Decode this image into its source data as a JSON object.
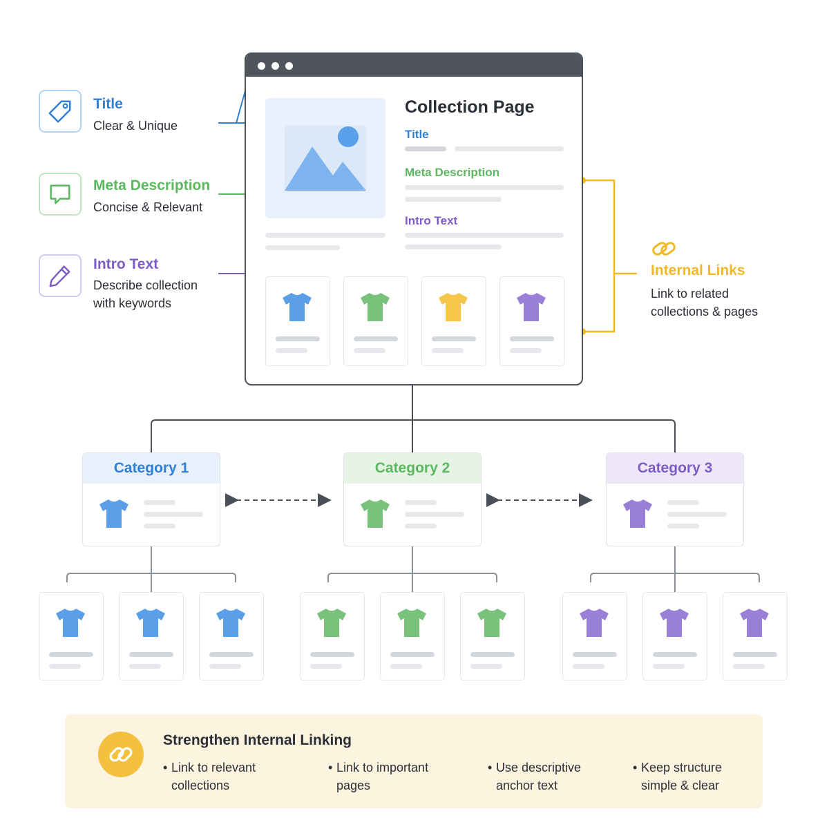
{
  "colors": {
    "blue": "#4a90e2",
    "green": "#6cc070",
    "purple": "#8e6fcf",
    "yellow": "#f1b925",
    "dark": "#50545c"
  },
  "annotations": [
    {
      "title": "Title",
      "desc": "Clear & Unique",
      "icon": "tag-icon",
      "color": "#2f80d6"
    },
    {
      "title": "Meta Description",
      "desc": "Concise & Relevant",
      "icon": "speech-bubble-icon",
      "color": "#5cb85f"
    },
    {
      "title": "Intro Text",
      "desc": "Describe collection with keywords",
      "icon": "pencil-icon",
      "color": "#7d5cc6"
    }
  ],
  "collection_page": {
    "heading": "Collection Page",
    "title_label": "Title",
    "meta_label": "Meta Description",
    "intro_label": "Intro Text",
    "products": [
      {
        "icon": "tshirt-icon",
        "color": "blue"
      },
      {
        "icon": "tshirt-icon",
        "color": "green"
      },
      {
        "icon": "tshirt-icon",
        "color": "yellow"
      },
      {
        "icon": "tshirt-icon",
        "color": "purple"
      }
    ]
  },
  "internal_links": {
    "title": "Internal Links",
    "desc": "Link to related collections & pages",
    "icon": "chain-link-icon"
  },
  "categories": [
    {
      "name": "Category 1",
      "color": "blue",
      "products": 3
    },
    {
      "name": "Category 2",
      "color": "green",
      "products": 3
    },
    {
      "name": "Category 3",
      "color": "purple",
      "products": 3
    }
  ],
  "banner": {
    "title": "Strengthen Internal Linking",
    "icon": "chain-link-icon",
    "tips": [
      "Link to relevant collections",
      "Link to important pages",
      "Use descriptive anchor text",
      "Keep structure simple & clear"
    ]
  }
}
